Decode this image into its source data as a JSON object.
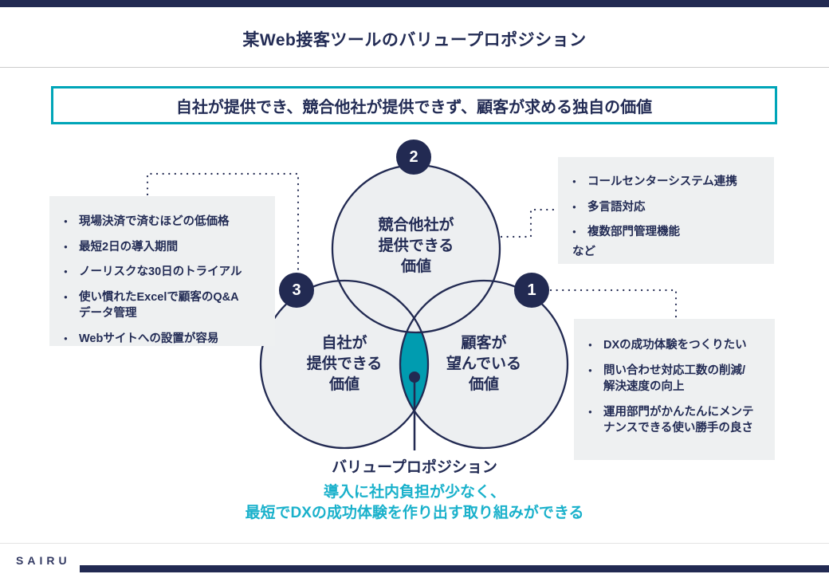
{
  "page": {
    "title": "某Web接客ツールのバリュープロポジション"
  },
  "definition_banner": {
    "text": "自社が提供でき、競合他社が提供できず、顧客が求める独自の価値"
  },
  "venn": {
    "competitor": {
      "badge": "2",
      "label": "競合他社が\n提供できる\n価値"
    },
    "own": {
      "badge": "3",
      "label": "自社が\n提供できる\n価値"
    },
    "customer": {
      "badge": "1",
      "label": "顧客が\n望んでいる\n価値"
    }
  },
  "notes": {
    "own_features": {
      "items": [
        "現場決済で済むほどの低価格",
        "最短2日の導入期間",
        "ノーリスクな30日のトライアル",
        "使い慣れたExcelで顧客のQ&A\nデータ管理",
        "Webサイトへの設置が容易"
      ]
    },
    "competitor_features": {
      "items": [
        "コールセンターシステム連携",
        "多言語対応",
        "複数部門管理機能"
      ],
      "suffix": "など"
    },
    "customer_needs": {
      "items": [
        "DXの成功体験をつくりたい",
        "問い合わせ対応工数の削減/\n解決速度の向上",
        "運用部門がかんたんにメンテ\nナンスできる使い勝手の良さ"
      ]
    }
  },
  "value_proposition": {
    "label": "バリュープロポジション",
    "line1": "導入に社内負担が少なく、",
    "line2": "最短でDXの成功体験を作り出す取り組みができる"
  },
  "footer": {
    "logo": "SAIRU"
  },
  "colors": {
    "navy": "#222a52",
    "teal_border": "#00a5b8",
    "teal_lens": "#009cb0",
    "teal_text": "#1ab1cb",
    "panel_bg": "#eef0f1",
    "circle_fill": "#edeff1"
  }
}
